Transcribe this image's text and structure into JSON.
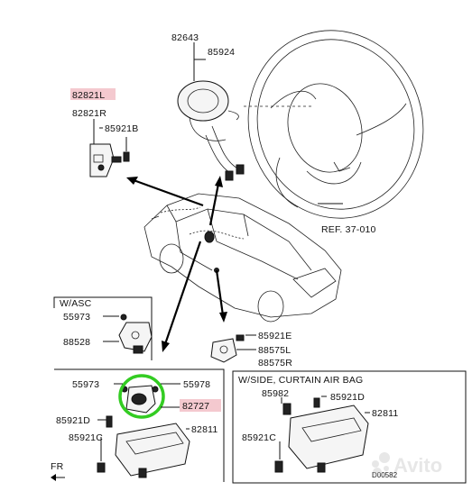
{
  "labels": {
    "p82643": "82643",
    "p85924": "85924",
    "p82821L": "82821L",
    "p82821R": "82821R",
    "p85921B": "85921B",
    "ref": "REF. 37-010",
    "wasc": "W/ASC",
    "p55973a": "55973",
    "p88528": "88528",
    "p85921E": "85921E",
    "p88575L": "88575L",
    "p88575R": "88575R",
    "p55973b": "55973",
    "p55978": "55978",
    "p82727": "82727",
    "p85921D": "85921D",
    "p82811": "82811",
    "p85921C": "85921C",
    "fr": "FR",
    "side_title": "W/SIDE, CURTAIN AIR BAG",
    "p85982": "85982",
    "p85921D_b": "85921D",
    "p82811_b": "82811",
    "p85921C_b": "85921C",
    "code": "D00582"
  },
  "watermark": "Avito",
  "colors": {
    "highlight": "#f4c9cf",
    "circle": "#33cc22",
    "ink": "#111111"
  }
}
